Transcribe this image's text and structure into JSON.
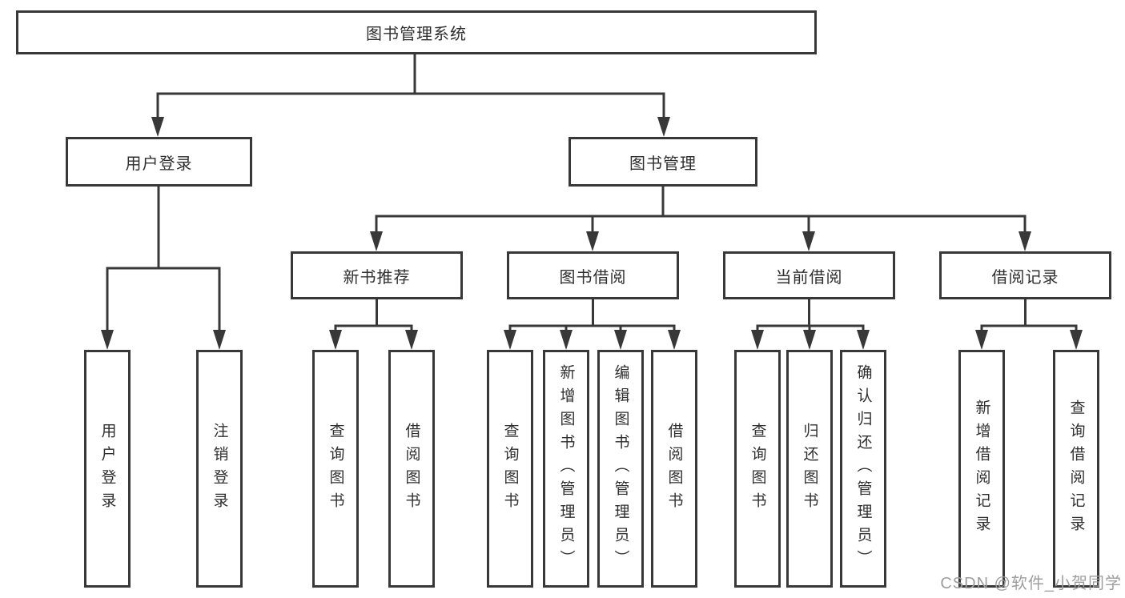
{
  "colors": {
    "line": "#383838",
    "box_border": "#383838",
    "text": "#2f2f2f",
    "background": "#ffffff",
    "watermark": "#9e9e9e"
  },
  "tree": {
    "root": "图书管理系统",
    "level2": [
      {
        "label": "用户登录",
        "leaves": [
          "用户登录",
          "注销登录"
        ]
      },
      {
        "label": "图书管理",
        "groups": [
          {
            "label": "新书推荐",
            "leaves": [
              "查询图书",
              "借阅图书"
            ]
          },
          {
            "label": "图书借阅",
            "leaves": [
              "查询图书",
              "新增图书（管理员）",
              "编辑图书（管理员）",
              "借阅图书"
            ]
          },
          {
            "label": "当前借阅",
            "leaves": [
              "查询图书",
              "归还图书",
              "确认归还（管理员）"
            ]
          },
          {
            "label": "借阅记录",
            "leaves": [
              "新增借阅记录",
              "查询借阅记录"
            ]
          }
        ]
      }
    ]
  },
  "watermark": "CSDN @软件_小贺同学"
}
